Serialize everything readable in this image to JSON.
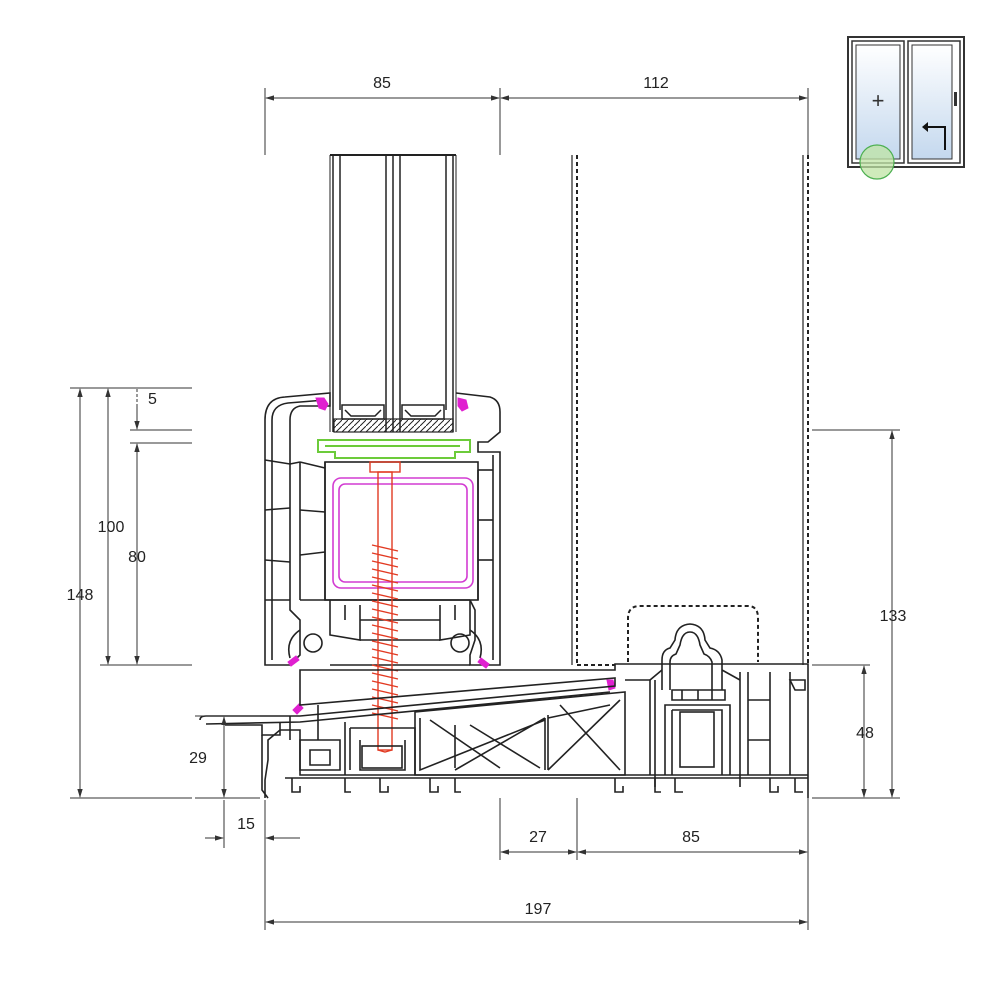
{
  "dimensions": {
    "top_sash_width": "85",
    "top_fixed_width": "112",
    "left_glass_offset": "5",
    "left_height_100": "100",
    "left_height_80": "80",
    "left_total_height": "148",
    "left_sill_height": "29",
    "bottom_overhang": "15",
    "bottom_gap": "27",
    "bottom_frame_width": "85",
    "overall_width": "197",
    "right_height": "133",
    "right_frame_height": "48"
  },
  "colors": {
    "line": "#222222",
    "dim_line": "#333333",
    "seal_magenta": "#e020d0",
    "reinforcement_magenta": "#d23cd2",
    "screw_red": "#e23a22",
    "glazing_bead_green": "#6ccb3a",
    "thumbnail_glass": "#cfe0f0",
    "thumbnail_marker": "#9fd77f"
  },
  "thumbnail": {
    "fixed_symbol": "+",
    "sliding_arrow": "sliding-arrow-icon"
  }
}
